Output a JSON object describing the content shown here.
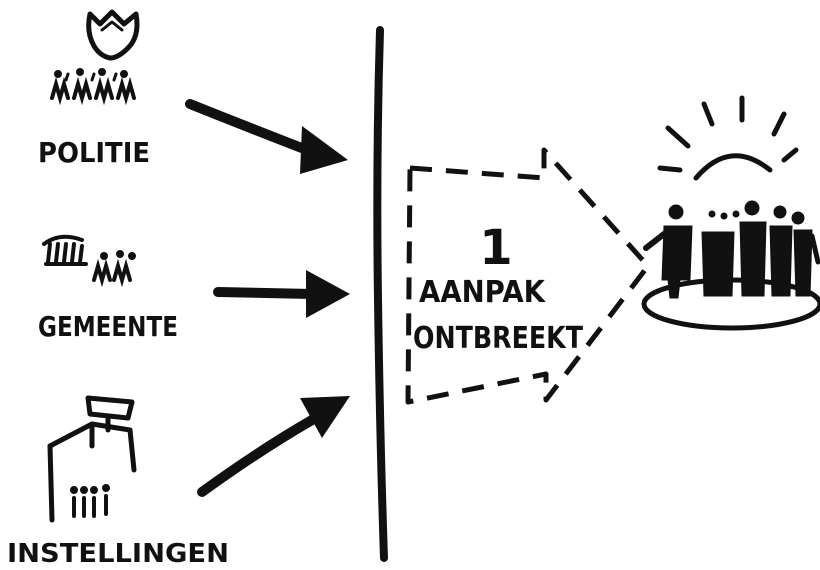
{
  "sources": [
    {
      "label": "POLITIE",
      "icon": "police-shield-icon"
    },
    {
      "label": "GEMEENTE",
      "icon": "town-hall-icon"
    },
    {
      "label": "INSTELLINGEN",
      "icon": "institution-building-icon"
    }
  ],
  "center": {
    "number": "1",
    "line1": "AANPAK",
    "line2": "ONTBREEKT"
  },
  "target": {
    "icon": "people-group-sun-icon"
  },
  "colors": {
    "ink": "#111111",
    "background": "#ffffff"
  }
}
